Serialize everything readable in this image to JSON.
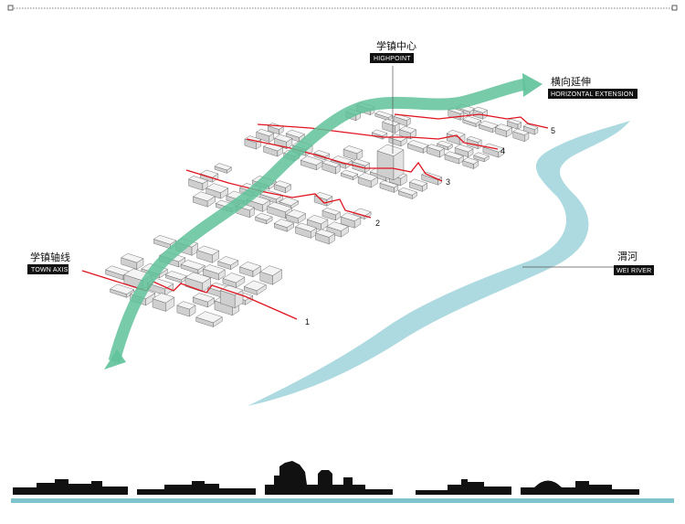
{
  "labels": {
    "highpoint": {
      "cn": "学镇中心",
      "en": "HIGHPOINT"
    },
    "extension": {
      "cn": "横向延伸",
      "en": "HORIZONTAL EXTENSION"
    },
    "town_axis": {
      "cn": "学镇轴线",
      "en": "TOWN AXIS"
    },
    "river": {
      "cn": "渭河",
      "en": "WEI RIVER"
    }
  },
  "axis_numbers": [
    "1",
    "2",
    "3",
    "4",
    "5"
  ],
  "colors": {
    "axis_red": "#e0141e",
    "green_arrow": "#5fc29a",
    "river": "#a9d8de",
    "ground_line": "#7fc4cc",
    "building_top": "#f4f4f4",
    "building_side": "#cfcfcf",
    "skyline": "#111111",
    "label_bg": "#111111"
  }
}
